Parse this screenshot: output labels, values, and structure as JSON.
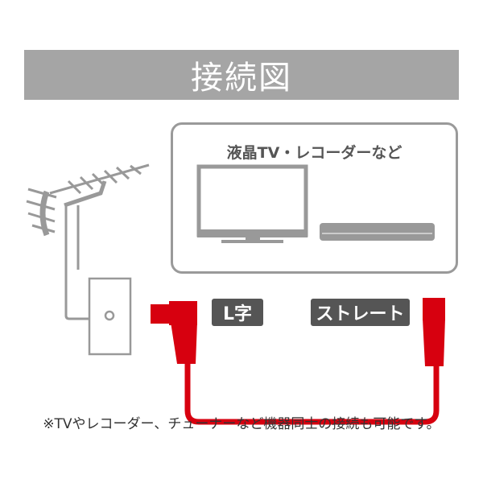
{
  "title": "接続図",
  "devices_label": "液晶TV・レコーダーなど",
  "connectors": {
    "l_shape": "L字",
    "straight": "ストレート"
  },
  "footnote": "※TVやレコーダー、チューナーなど機器同士の接続も可能です。",
  "colors": {
    "cable": "#d7000f",
    "gray": "#999999",
    "badge": "#555555"
  }
}
